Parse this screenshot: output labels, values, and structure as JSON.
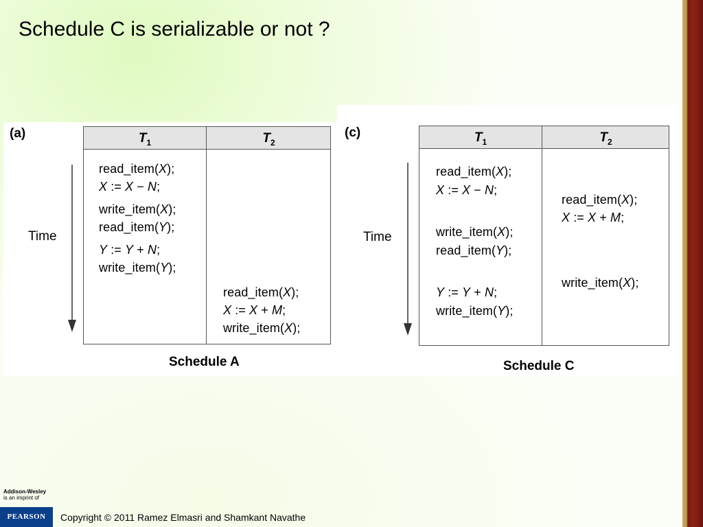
{
  "slide": {
    "title": "Schedule C is serializable or not ?",
    "copyright": "Copyright © 2011 Ramez Elmasri and Shamkant Navathe"
  },
  "branding": {
    "publisher_line1": "Addison-Wesley",
    "publisher_line2": "is an imprint of",
    "logo_text": "PEARSON"
  },
  "schedule_a": {
    "panel_label": "(a)",
    "caption": "Schedule A",
    "time_label": "Time",
    "t1_name": "T",
    "t1_sub": "1",
    "t2_name": "T",
    "t2_sub": "2",
    "t1_ops": [
      {
        "pre": "read_item(",
        "var": "X",
        "post": ");"
      },
      {
        "pre": "",
        "var": "X",
        "post": " := ",
        "var2": "X",
        "post2": " − ",
        "var3": "N",
        "post3": ";"
      },
      {
        "pre": "write_item(",
        "var": "X",
        "post": ");"
      },
      {
        "pre": "read_item(",
        "var": "Y",
        "post": ");"
      },
      {
        "pre": "",
        "var": "Y",
        "post": " := ",
        "var2": "Y",
        "post2": " + ",
        "var3": "N",
        "post3": ";"
      },
      {
        "pre": "write_item(",
        "var": "Y",
        "post": ");"
      }
    ],
    "t2_ops": [
      {
        "pre": "read_item(",
        "var": "X",
        "post": ");"
      },
      {
        "pre": "",
        "var": "X",
        "post": " := ",
        "var2": "X",
        "post2": " + ",
        "var3": "M",
        "post3": ";"
      },
      {
        "pre": "write_item(",
        "var": "X",
        "post": ");"
      }
    ]
  },
  "schedule_c": {
    "panel_label": "(c)",
    "caption": "Schedule C",
    "time_label": "Time",
    "t1_name": "T",
    "t1_sub": "1",
    "t2_name": "T",
    "t2_sub": "2",
    "t1_ops": [
      {
        "pre": "read_item(",
        "var": "X",
        "post": ");"
      },
      {
        "pre": "",
        "var": "X",
        "post": " := ",
        "var2": "X",
        "post2": " − ",
        "var3": "N",
        "post3": ";"
      },
      {
        "pre": "write_item(",
        "var": "X",
        "post": ");"
      },
      {
        "pre": "read_item(",
        "var": "Y",
        "post": ");"
      },
      {
        "pre": "",
        "var": "Y",
        "post": " := ",
        "var2": "Y",
        "post2": " + ",
        "var3": "N",
        "post3": ";"
      },
      {
        "pre": "write_item(",
        "var": "Y",
        "post": ");"
      }
    ],
    "t2_ops": [
      {
        "pre": "read_item(",
        "var": "X",
        "post": ");"
      },
      {
        "pre": "",
        "var": "X",
        "post": " := ",
        "var2": "X",
        "post2": " + ",
        "var3": "M",
        "post3": ";"
      },
      {
        "pre": "write_item(",
        "var": "X",
        "post": ");"
      }
    ]
  }
}
